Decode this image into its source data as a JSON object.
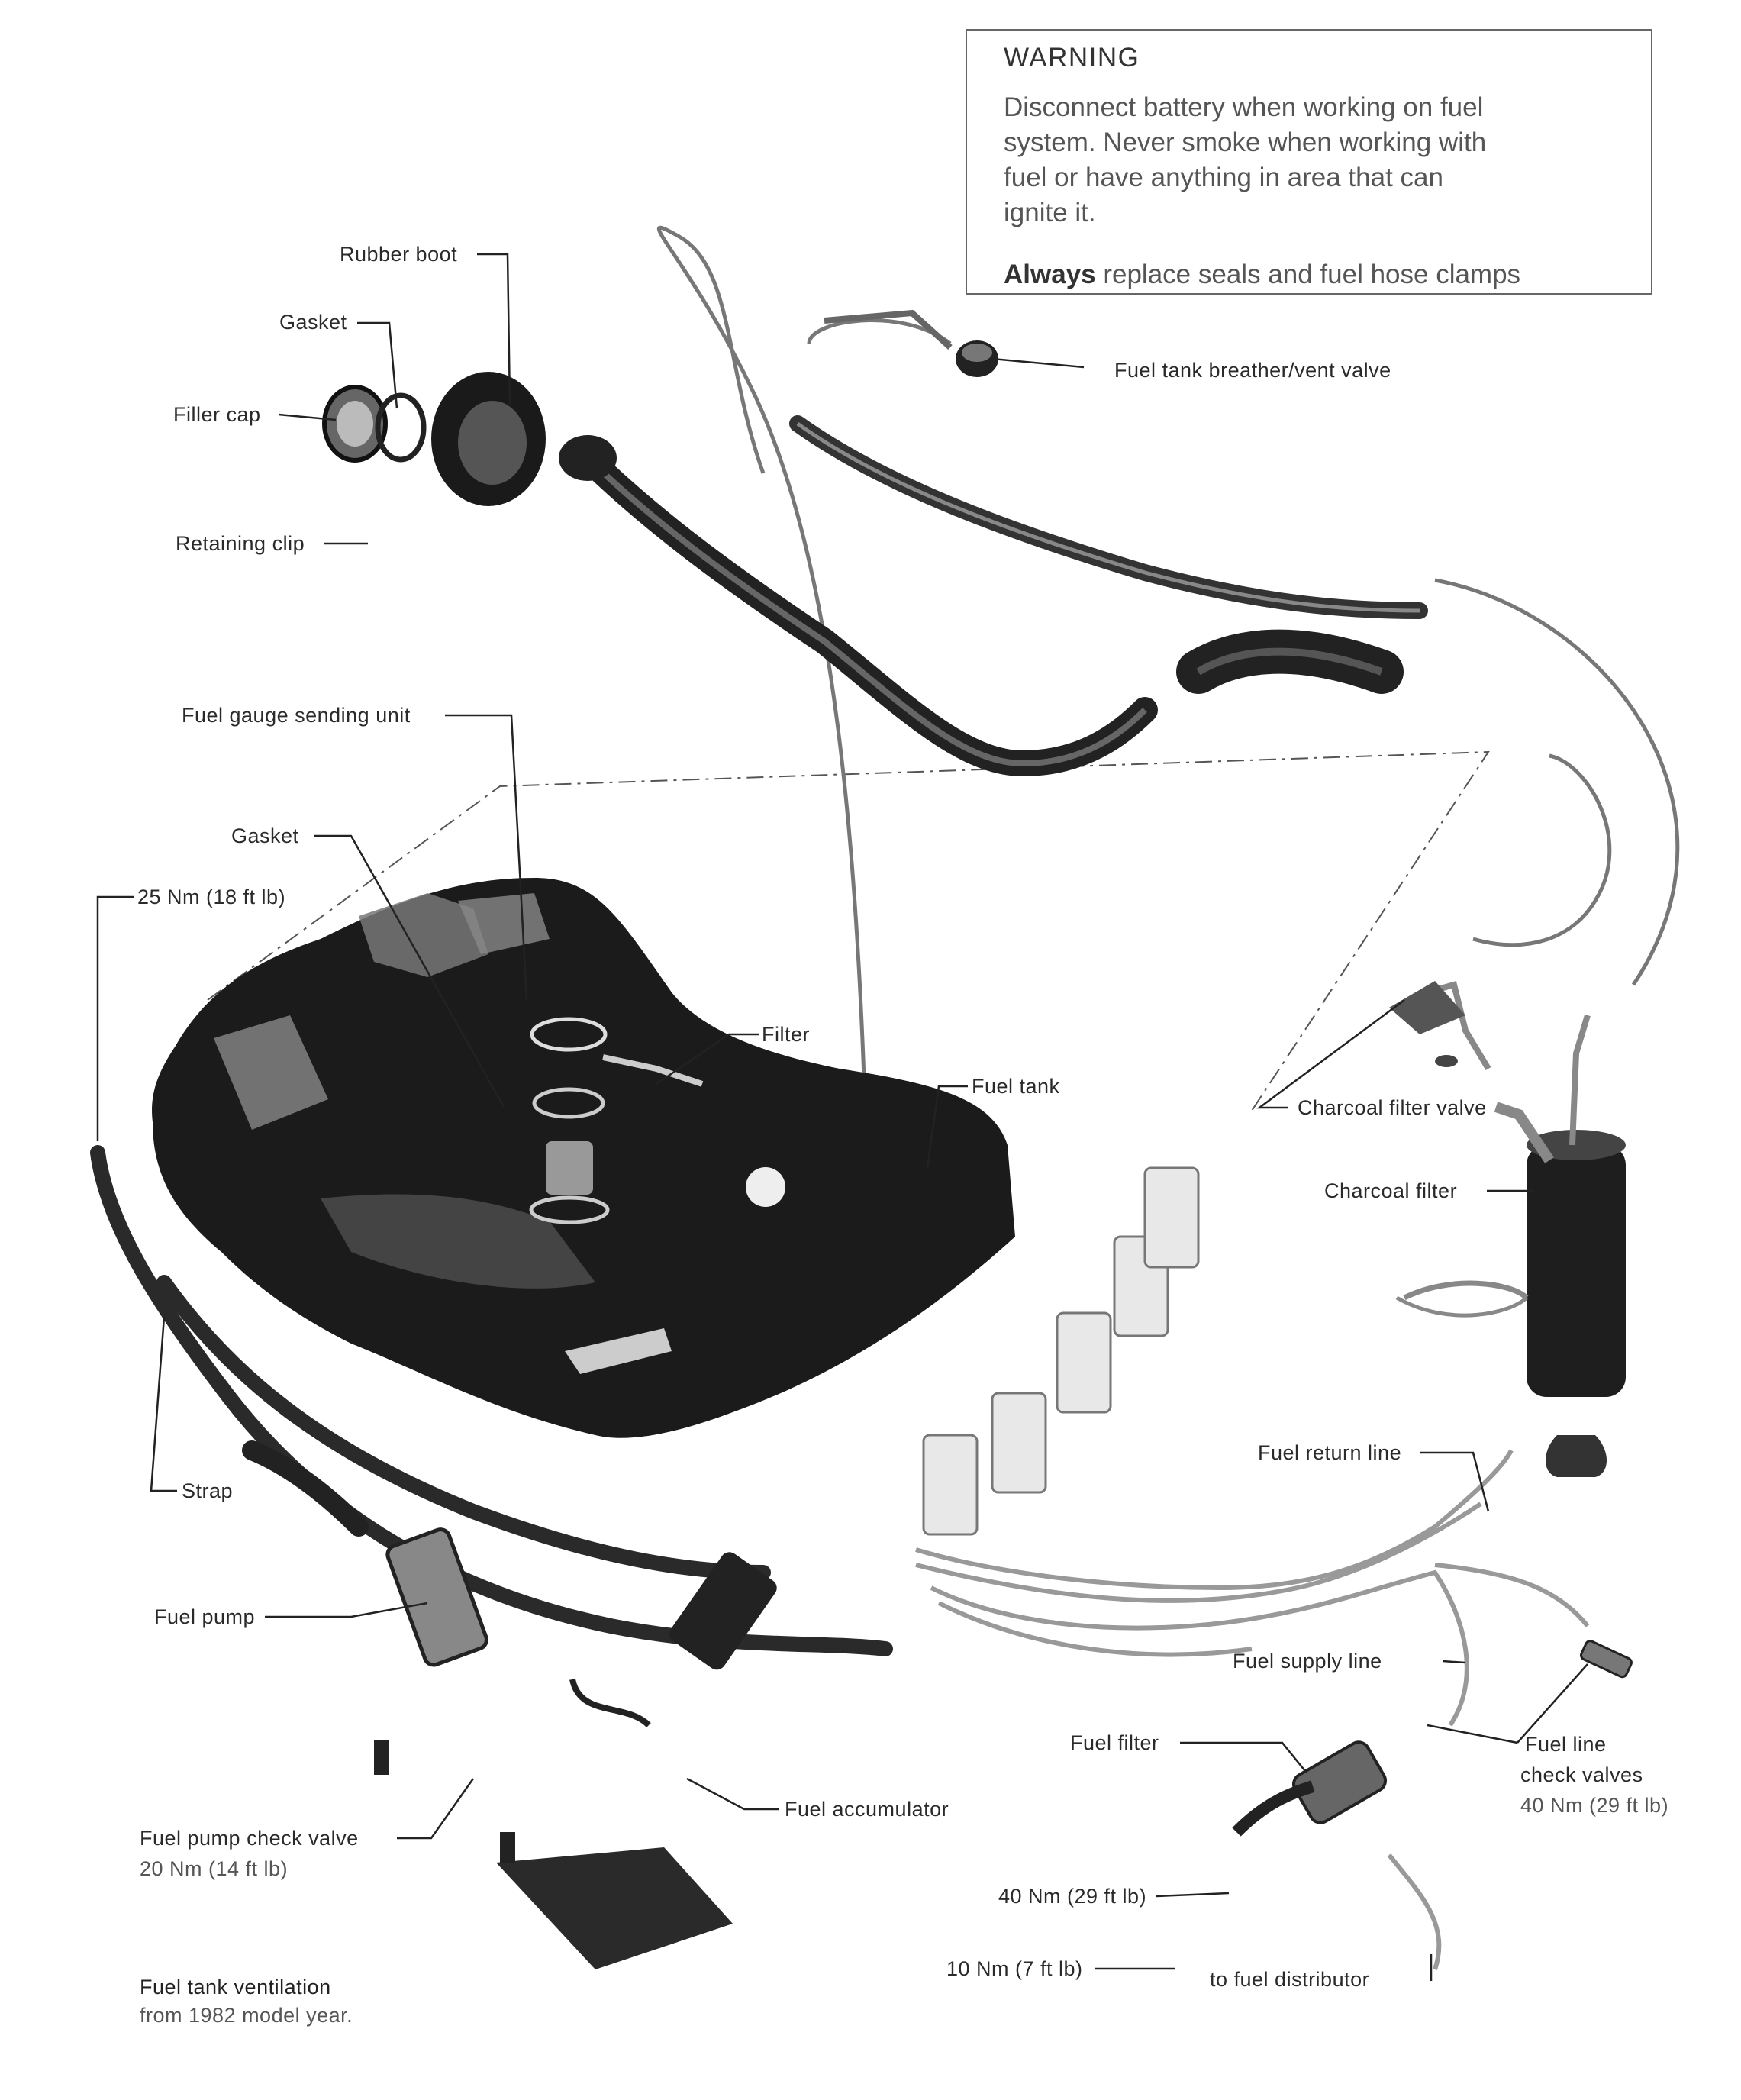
{
  "warning": {
    "title": "WARNING",
    "body": "Disconnect battery when working on fuel\nsystem. Never smoke when working with\nfuel or have anything in area that can\nignite it.",
    "last_bold": "Always",
    "last_rest": " replace seals and fuel hose clamps"
  },
  "labels": {
    "rubber_boot": "Rubber boot",
    "gasket_top": "Gasket",
    "filler_cap": "Filler cap",
    "retaining_clip": "Retaining clip",
    "breather_valve": "Fuel tank breather/vent valve",
    "sending_unit": "Fuel gauge sending unit",
    "gasket_mid": "Gasket",
    "torque_strap": "25 Nm (18 ft lb)",
    "filter": "Filter",
    "fuel_tank": "Fuel tank",
    "charcoal_valve": "Charcoal filter valve",
    "charcoal_filter": "Charcoal filter",
    "strap": "Strap",
    "fuel_return_line": "Fuel return line",
    "fuel_pump": "Fuel pump",
    "fuel_supply_line": "Fuel supply line",
    "fuel_filter": "Fuel filter",
    "check_valves_1": "Fuel line",
    "check_valves_2": "check valves",
    "check_valves_torque": "40 Nm (29 ft lb)",
    "fuel_accumulator": "Fuel accumulator",
    "pump_check_valve": "Fuel pump check valve",
    "pump_check_valve_torque": "20 Nm (14 ft lb)",
    "filter_torque_40": "40 Nm (29 ft lb)",
    "filter_torque_10": "10 Nm (7 ft lb)",
    "to_distributor": "to fuel distributor"
  },
  "caption": {
    "title": "Fuel tank ventilation",
    "sub": "from 1982 model year."
  }
}
